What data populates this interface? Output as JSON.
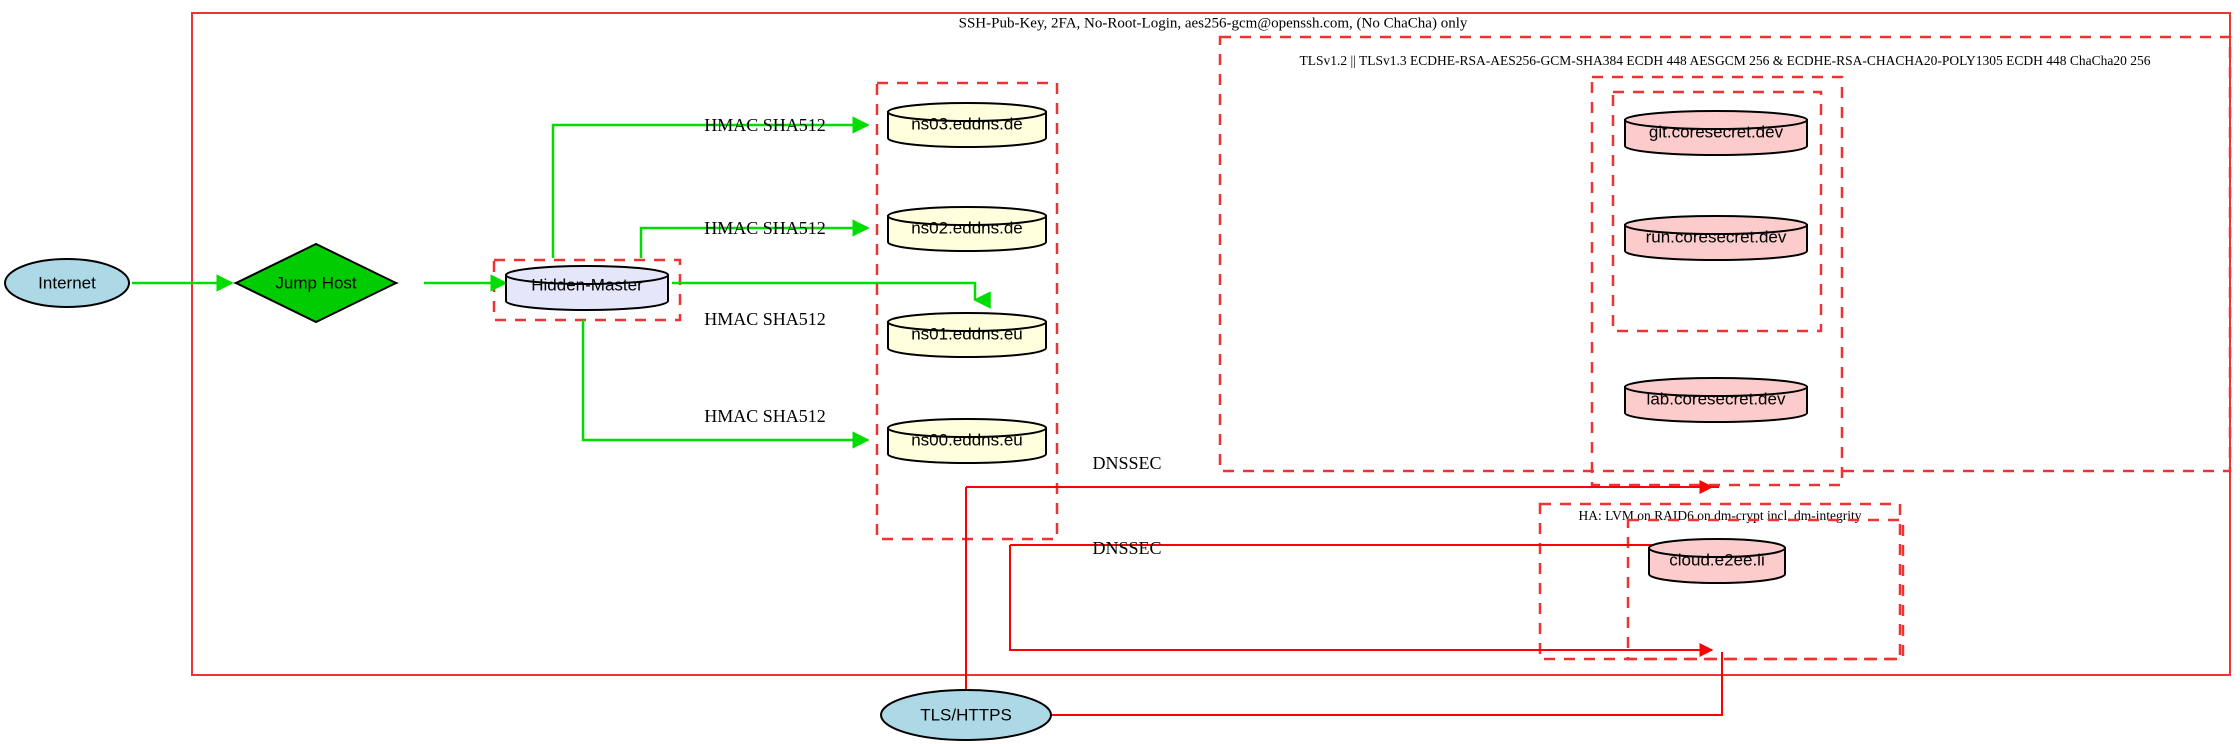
{
  "diagram": {
    "title_label": "SSH-Pub-Key, 2FA, No-Root-Login, aes256-gcm@openssh.com, (No ChaCha) only",
    "tls_label": "TLSv1.2 || TLSv1.3 ECDHE-RSA-AES256-GCM-SHA384 ECDH 448 AESGCM 256 & ECDHE-RSA-CHACHA20-POLY1305 ECDH 448 ChaCha20 256",
    "ha_label": "HA: LVM on RAID6 on dm-crypt incl. dm-integrity"
  },
  "nodes": {
    "internet": {
      "label": "Internet",
      "fill": "#add8e6",
      "stroke": "#000000"
    },
    "jump_host": {
      "label": "Jump Host",
      "fill": "#00cc00",
      "stroke": "#000000"
    },
    "hidden_master": {
      "label": "Hidden-Master",
      "fill": "#e6e6fa",
      "stroke": "#000000"
    },
    "ns03": {
      "label": "ns03.eddns.de",
      "fill": "#ffffdd",
      "stroke": "#000000"
    },
    "ns02": {
      "label": "ns02.eddns.de",
      "fill": "#ffffdd",
      "stroke": "#000000"
    },
    "ns01": {
      "label": "ns01.eddns.eu",
      "fill": "#ffffdd",
      "stroke": "#000000"
    },
    "ns00": {
      "label": "ns00.eddns.eu",
      "fill": "#ffffdd",
      "stroke": "#000000"
    },
    "git": {
      "label": "git.coresecret.dev",
      "fill": "#fccccc",
      "stroke": "#000000"
    },
    "run": {
      "label": "run.coresecret.dev",
      "fill": "#fccccc",
      "stroke": "#000000"
    },
    "lab": {
      "label": "lab.coresecret.dev",
      "fill": "#fccccc",
      "stroke": "#000000"
    },
    "cloud": {
      "label": "cloud.e2ee.li",
      "fill": "#fccccc",
      "stroke": "#000000"
    },
    "tls_https": {
      "label": "TLS/HTTPS",
      "fill": "#add8e6",
      "stroke": "#000000"
    }
  },
  "edges": {
    "hmac_ns03": "HMAC SHA512",
    "hmac_ns02": "HMAC SHA512",
    "hmac_ns01": "HMAC SHA512",
    "hmac_ns00": "HMAC SHA512",
    "dnssec_upper": "DNSSEC",
    "dnssec_lower": "DNSSEC"
  },
  "colors": {
    "red": "#ff0000",
    "red_boundary": "#ee3333",
    "green": "#00dd00",
    "black": "#000000"
  }
}
